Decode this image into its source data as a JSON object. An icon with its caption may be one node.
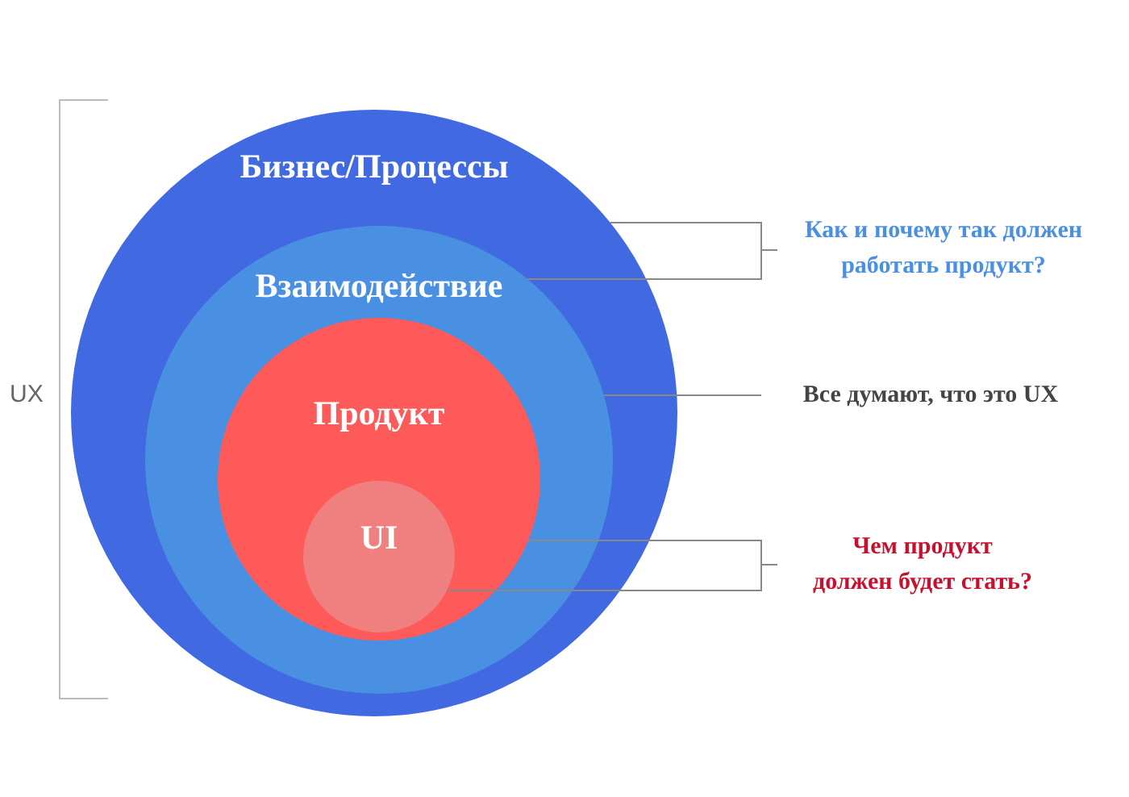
{
  "diagram": {
    "nodes": [
      {
        "text": [
          "Бизнес/Процессы"
        ]
      },
      {
        "text": [
          "Взаимодействие"
        ],
        "in": 0
      },
      {
        "text": [
          "Продукт"
        ],
        "in": 1
      },
      {
        "text": [
          "UI"
        ],
        "in": 2
      },
      {
        "text": [
          "Как и почему так должен работать продукт?"
        ]
      },
      {
        "text": [
          "Все думают, что это UX"
        ]
      },
      {
        "text": [
          "Чем продукт должен будет стать?"
        ]
      }
    ],
    "edges": [
      {
        "from": 4,
        "to": 0,
        "arrow": "none"
      },
      {
        "from": 4,
        "to": 1,
        "arrow": "none"
      },
      {
        "from": 5,
        "to": 1,
        "arrow": "none"
      },
      {
        "from": 6,
        "to": 2,
        "arrow": "none"
      },
      {
        "from": 6,
        "to": 3,
        "arrow": "none"
      }
    ],
    "labels": [
      "UX"
    ]
  }
}
